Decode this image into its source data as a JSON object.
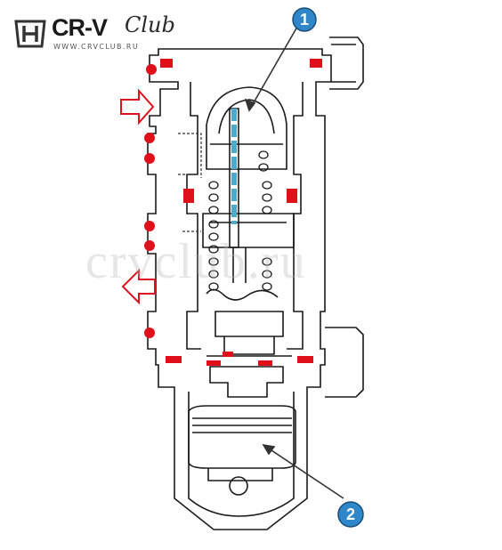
{
  "logo": {
    "brand": "CR-V",
    "script": "Club",
    "url": "WWW.CRVCLUB.RU"
  },
  "watermark": "crvclub.ru",
  "callouts": [
    {
      "label": "1"
    },
    {
      "label": "2"
    }
  ],
  "colors": {
    "outline": "#1a1a1a",
    "seal": "#e0101a",
    "arrow": "#e01020",
    "highlight": "#4fa9c9",
    "callout_fill": "#2f86c8",
    "callout_text": "#ffffff"
  }
}
